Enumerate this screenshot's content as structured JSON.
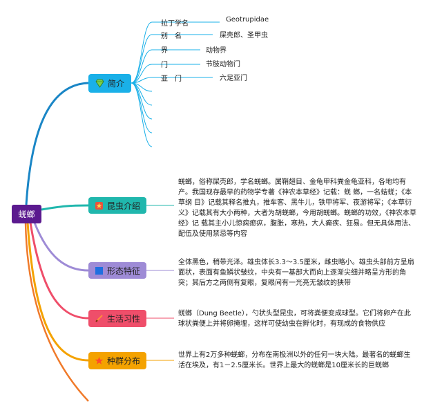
{
  "root": {
    "label": "蜣螂"
  },
  "branches": {
    "intro": {
      "label": "简介",
      "icon": "gem-icon",
      "color": "#1ab0e8"
    },
    "insect": {
      "label": "昆虫介绍",
      "icon": "bookmark-star-icon",
      "color": "#20b7ad"
    },
    "morph": {
      "label": "形态特征",
      "icon": "square-icon",
      "color": "#9e8bd6"
    },
    "habit": {
      "label": "生活习性",
      "icon": "pen-icon",
      "color": "#ef4e6a"
    },
    "dist": {
      "label": "种群分布",
      "icon": "star-icon",
      "color": "#f4a200"
    }
  },
  "intro_items": [
    {
      "key": "拉丁学名",
      "value": "Geotrupidae"
    },
    {
      "key": "别　名",
      "value": "屎壳郎、圣甲虫"
    },
    {
      "key": "界",
      "value": "动物界"
    },
    {
      "key": "门",
      "value": "节肢动物门"
    },
    {
      "key": "亚　门",
      "value": "六足亚门"
    }
  ],
  "paragraphs": {
    "insect": "蜣螂，俗称屎壳郎，学名蜣螂。属鞘翅目、金龟甲科粪金龟亚科，各地均有产。我国现存最早的药物学专著《神农本草经》记载：蜣 螂，一名蛣蜣；《本草纲 目》记载其释名推丸，推车客、黑牛儿，铁甲将军、夜游将军；《本草衍义》记载其有大小两种，大者为胡蜣螂，今用胡蜣螂。蜣螂的功效，《神农本草经》记 载其主小儿惊痫瘛疭，腹胀，寒热，大人癫疾、狂易。但无具体用法、配伍及使用禁忌等内容",
    "morph": "全体黑色，稍带光泽。雄虫体长3.3～3.5厘米，雌虫略小。雄虫头部前方呈扇面状，表面有鱼鳞状皱纹，中央有一基部大而向上逐渐尖细并略呈方形的角突；其后方之两侧有复眼，复眼间有一光亮无皱纹的狭带",
    "habit": "蜣螂（Dung Beetle），勺状头型昆虫，可将粪便变成球型。它们将卵产在此球状粪便上并将卵掩埋，这样可使幼虫在孵化时，有现成的食物供应",
    "dist": "世界上有2万多种蜣螂，分布在南极洲以外的任何一块大陆。最著名的蜣螂生活在埃及，有1－2.5厘米长。世界上最大的蜣螂是10厘米长的巨蜣螂"
  },
  "colors": {
    "root": "#5b1a8f",
    "line_intro": "#1a86c6",
    "line_insect": "#20b7ad",
    "line_morph": "#9e8bd6",
    "line_habit": "#ef4e6a",
    "line_dist": "#f4a200",
    "line_extra": "#f07a2a"
  }
}
